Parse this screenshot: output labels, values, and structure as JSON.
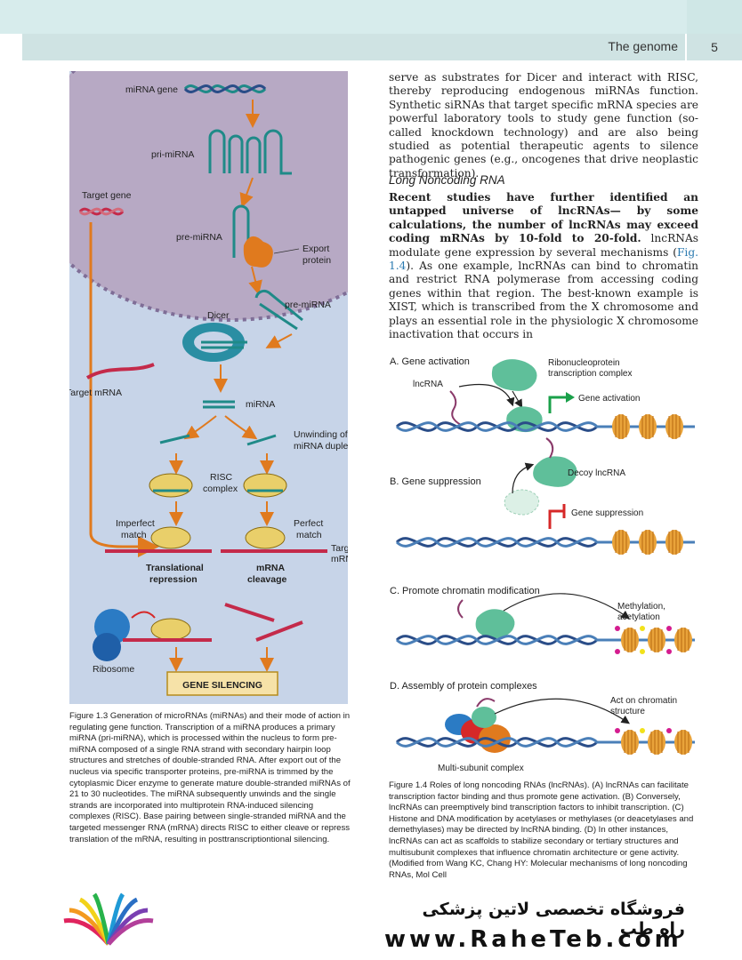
{
  "header": {
    "section_title": "The genome",
    "page_number": "5"
  },
  "figure_1_3": {
    "labels": {
      "mirna_gene": "miRNA gene",
      "pri_mirna": "pri-miRNA",
      "target_gene": "Target gene",
      "pre_mirna_nucleus": "pre-miRNA",
      "export_protein_1": "Export",
      "export_protein_2": "protein",
      "pre_mirna_cyto": "pre-miRNA",
      "dicer": "Dicer",
      "target_mrna_left": "Target mRNA",
      "mirna": "miRNA",
      "unwinding_1": "Unwinding of",
      "unwinding_2": "miRNA duplex",
      "risc_1": "RISC",
      "risc_2": "complex",
      "imperfect_1": "Imperfect",
      "imperfect_2": "match",
      "perfect_1": "Perfect",
      "perfect_2": "match",
      "target_mrna_right_1": "Target",
      "target_mrna_right_2": "mRNA",
      "translational_1": "Translational",
      "translational_2": "repression",
      "mrna_cleavage_1": "mRNA",
      "mrna_cleavage_2": "cleavage",
      "ribosome": "Ribosome",
      "gene_silencing": "GENE SILENCING"
    },
    "caption_label": "Figure 1.3",
    "caption": "Generation of microRNAs (miRNAs) and their mode of action in regulating gene function. Transcription of a miRNA produces a primary miRNA (pri-miRNA), which is processed within the nucleus to form pre-miRNA composed of a single RNA strand with secondary hairpin loop structures and stretches of double-stranded RNA. After export out of the nucleus via specific transporter proteins, pre-miRNA is trimmed by the cytoplasmic Dicer enzyme to generate mature double-stranded miRNAs of 21 to 30 nucleotides. The miRNA subsequently unwinds and the single strands are incorporated into multiprotein RNA-induced silencing complexes (RISC). Base pairing between single-stranded miRNA and the targeted messenger RNA (mRNA) directs RISC to either cleave or repress translation of the mRNA, resulting in posttranscriptiontional silencing."
  },
  "body": {
    "para1": "serve as substrates for Dicer and interact with RISC, thereby reproducing endogenous miRNAs function. Synthetic siRNAs that target specific mRNA species are powerful laboratory tools to study gene function (so-called knockdown technology) and are also being studied as potential therapeutic agents to silence pathogenic genes (e.g., oncogenes that drive neoplastic transformation).",
    "section_heading": "Long Noncoding RNA",
    "para2_bold": "Recent studies have further identified an untapped universe of lncRNAs— by some calculations, the number of lncRNAs may exceed coding mRNAs by 10-fold to 20-fold.",
    "para2_a": " lncRNAs modulate gene expression by several mechanisms (",
    "para2_link": "Fig. 1.4",
    "para2_b": "). As one example, lncRNAs can bind to chromatin and restrict RNA polymerase from accessing coding genes within that region. The best-known example is XIST, which is transcribed from the X chromosome and plays an essential role in the physiologic X chromosome inactivation that occurs in"
  },
  "figure_1_4": {
    "panel_a": {
      "title": "A. Gene activation",
      "rnp_1": "Ribonucleoprotein",
      "rnp_2": "transcription complex",
      "lncrna": "lncRNA",
      "effect": "Gene activation"
    },
    "panel_b": {
      "title": "B. Gene suppression",
      "decoy": "Decoy lncRNA",
      "effect": "Gene suppression"
    },
    "panel_c": {
      "title": "C. Promote chromatin modification",
      "mod_1": "Methylation,",
      "mod_2": "acetylation"
    },
    "panel_d": {
      "title": "D. Assembly of protein complexes",
      "act_1": "Act on chromatin",
      "act_2": "structure",
      "complex": "Multi-subunit complex"
    },
    "caption_label": "Figure 1.4",
    "caption": "Roles of long noncoding RNAs (lncRNAs). (A) lncRNAs can facilitate transcription factor binding and thus promote gene activation. (B) Conversely, lncRNAs can preemptively bind transcription factors to inhibit transcription. (C) Histone and DNA modification by acetylases or methylases (or deacetylases and demethylases) may be directed by lncRNA binding. (D) In other instances, lncRNAs can act as scaffolds to stabilize secondary or tertiary structures and multisubunit complexes that influence chromatin architecture or gene activity. (Modified from Wang KC, Chang HY: Molecular mechanisms of long noncoding RNAs, Mol Cell"
  },
  "footer": {
    "promo_title": "فروشگاه تخصصی لاتین پزشکی راه طب",
    "promo_url": "www.RaheTeb.com"
  },
  "colors": {
    "figure_bg": "#c7d4e8",
    "nucleus": "#b7a9c4",
    "arrow": "#e07a1e",
    "mrna": "#c42a4a",
    "teal_rna": "#1f8a88",
    "dna_blue": "#2a4d88",
    "nucleosome": "#e9a33a",
    "silencing_box": "#f6e2a8",
    "green_arrow": "#1aa04a",
    "red_inhibit": "#d62828"
  }
}
